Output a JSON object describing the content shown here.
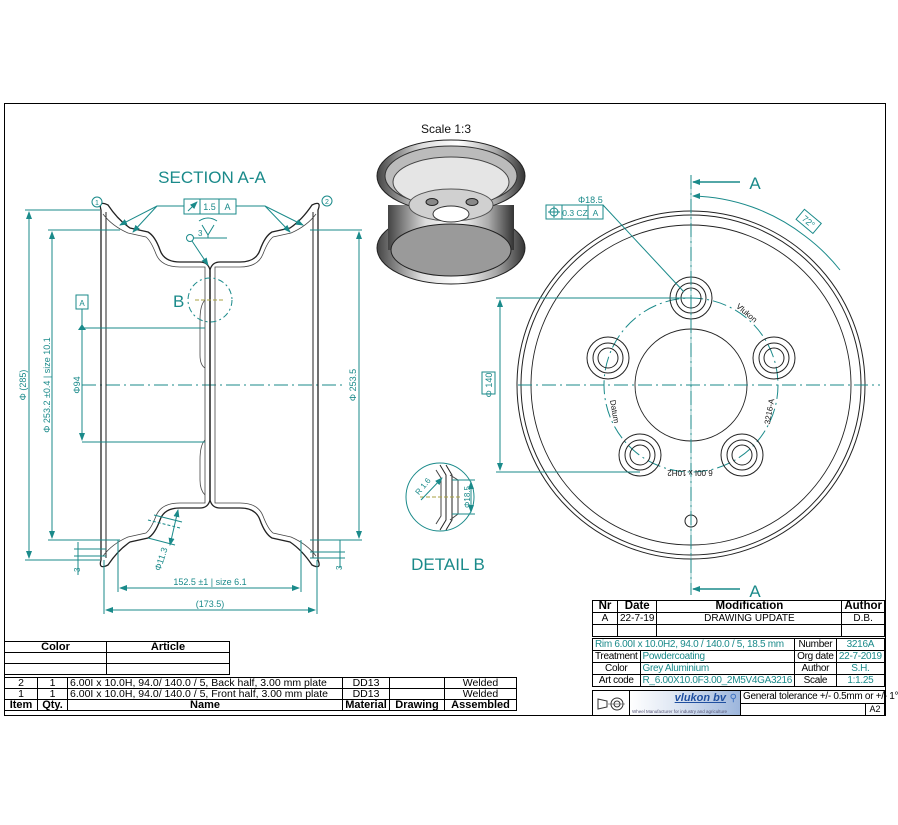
{
  "drawing": {
    "scale_label": "Scale 1:3",
    "section_title": "SECTION A-A",
    "detail_title": "DETAIL B",
    "detail_marker": "B",
    "section_arrow_label_top": "A",
    "section_arrow_label_bottom": "A",
    "balloons": [
      "1",
      "2"
    ],
    "weld_size": "3",
    "runout_tolerance": {
      "symbol": "runout",
      "value": "1.5",
      "datum": "A"
    },
    "datum_label": "A",
    "position_tolerance": {
      "diameter": "Φ18.5",
      "value": "0.3 CZ",
      "datum": "A"
    },
    "angle_label": "72°",
    "dims": {
      "outer_diameter": "Φ (285)",
      "bead_seat_diameter": "Φ 253.2 ±0.4 | size 10.1",
      "center_bore": "Φ94",
      "flange_inner": "Φ 253.5",
      "valve_hole": "Φ11.3",
      "inner_width": "152.5 ±1 | size 6.1",
      "overall_width": "(173.5)",
      "flange_offset_top": "3",
      "flange_offset_bottom": "3",
      "pcd": "Φ 140",
      "detail_radius": "R 1.6",
      "detail_diameter": "Φ18.5"
    },
    "disc_markings": [
      "Vlukon",
      "3216-A",
      "6.00I x 10H2",
      "Datum"
    ]
  },
  "bom": {
    "header_color": "Color",
    "header_article": "Article",
    "rows": [
      {
        "item": "2",
        "qty": "1",
        "name": "6.00I x 10.0H,  94.0/ 140.0 / 5, Back half, 3.00 mm plate",
        "material": "DD13",
        "drawing": "",
        "assembled": "Welded"
      },
      {
        "item": "1",
        "qty": "1",
        "name": "6.00I x 10.0H,  94.0/ 140.0 / 5, Front half, 3.00 mm plate",
        "material": "DD13",
        "drawing": "",
        "assembled": "Welded"
      }
    ],
    "columns": {
      "item": "Item",
      "qty": "Qty.",
      "name": "Name",
      "material": "Material",
      "drawing": "Drawing",
      "assembled": "Assembled"
    }
  },
  "revision": {
    "columns": {
      "nr": "Nr",
      "date": "Date",
      "modification": "Modification",
      "author": "Author"
    },
    "rows": [
      {
        "nr": "A",
        "date": "22-7-19",
        "modification": "DRAWING UPDATE",
        "author": "D.B."
      }
    ]
  },
  "title_block": {
    "description": "Rim 6.00I x 10.0H2,  94.0 / 140.0 / 5,  18.5 mm",
    "number_label": "Number",
    "number": "3216A",
    "treatment_label": "Treatment",
    "treatment": "Powdercoating",
    "org_date_label": "Org date",
    "org_date": "22-7-2019",
    "color_label": "Color",
    "color": "Grey Aluminium",
    "author_label": "Author",
    "author": "S.H.",
    "art_code_label": "Art code",
    "art_code": "R_6.00X10.0F3.00_2M5V4GA3216",
    "scale_label": "Scale",
    "scale": "1:1.25",
    "company": "vlukon bv",
    "company_tagline": "Wheel Manufacturer for industry and agriculture",
    "general_tolerance": "General tolerance +/- 0.5mm or +/- 1°",
    "sheet_size": "A2",
    "projection_icon": "first-angle-projection-icon"
  },
  "colors": {
    "dimension": "#1a8a8a",
    "outline": "#000000",
    "center_line": "#1a8a8a",
    "detail_axis": "#a8a040"
  }
}
